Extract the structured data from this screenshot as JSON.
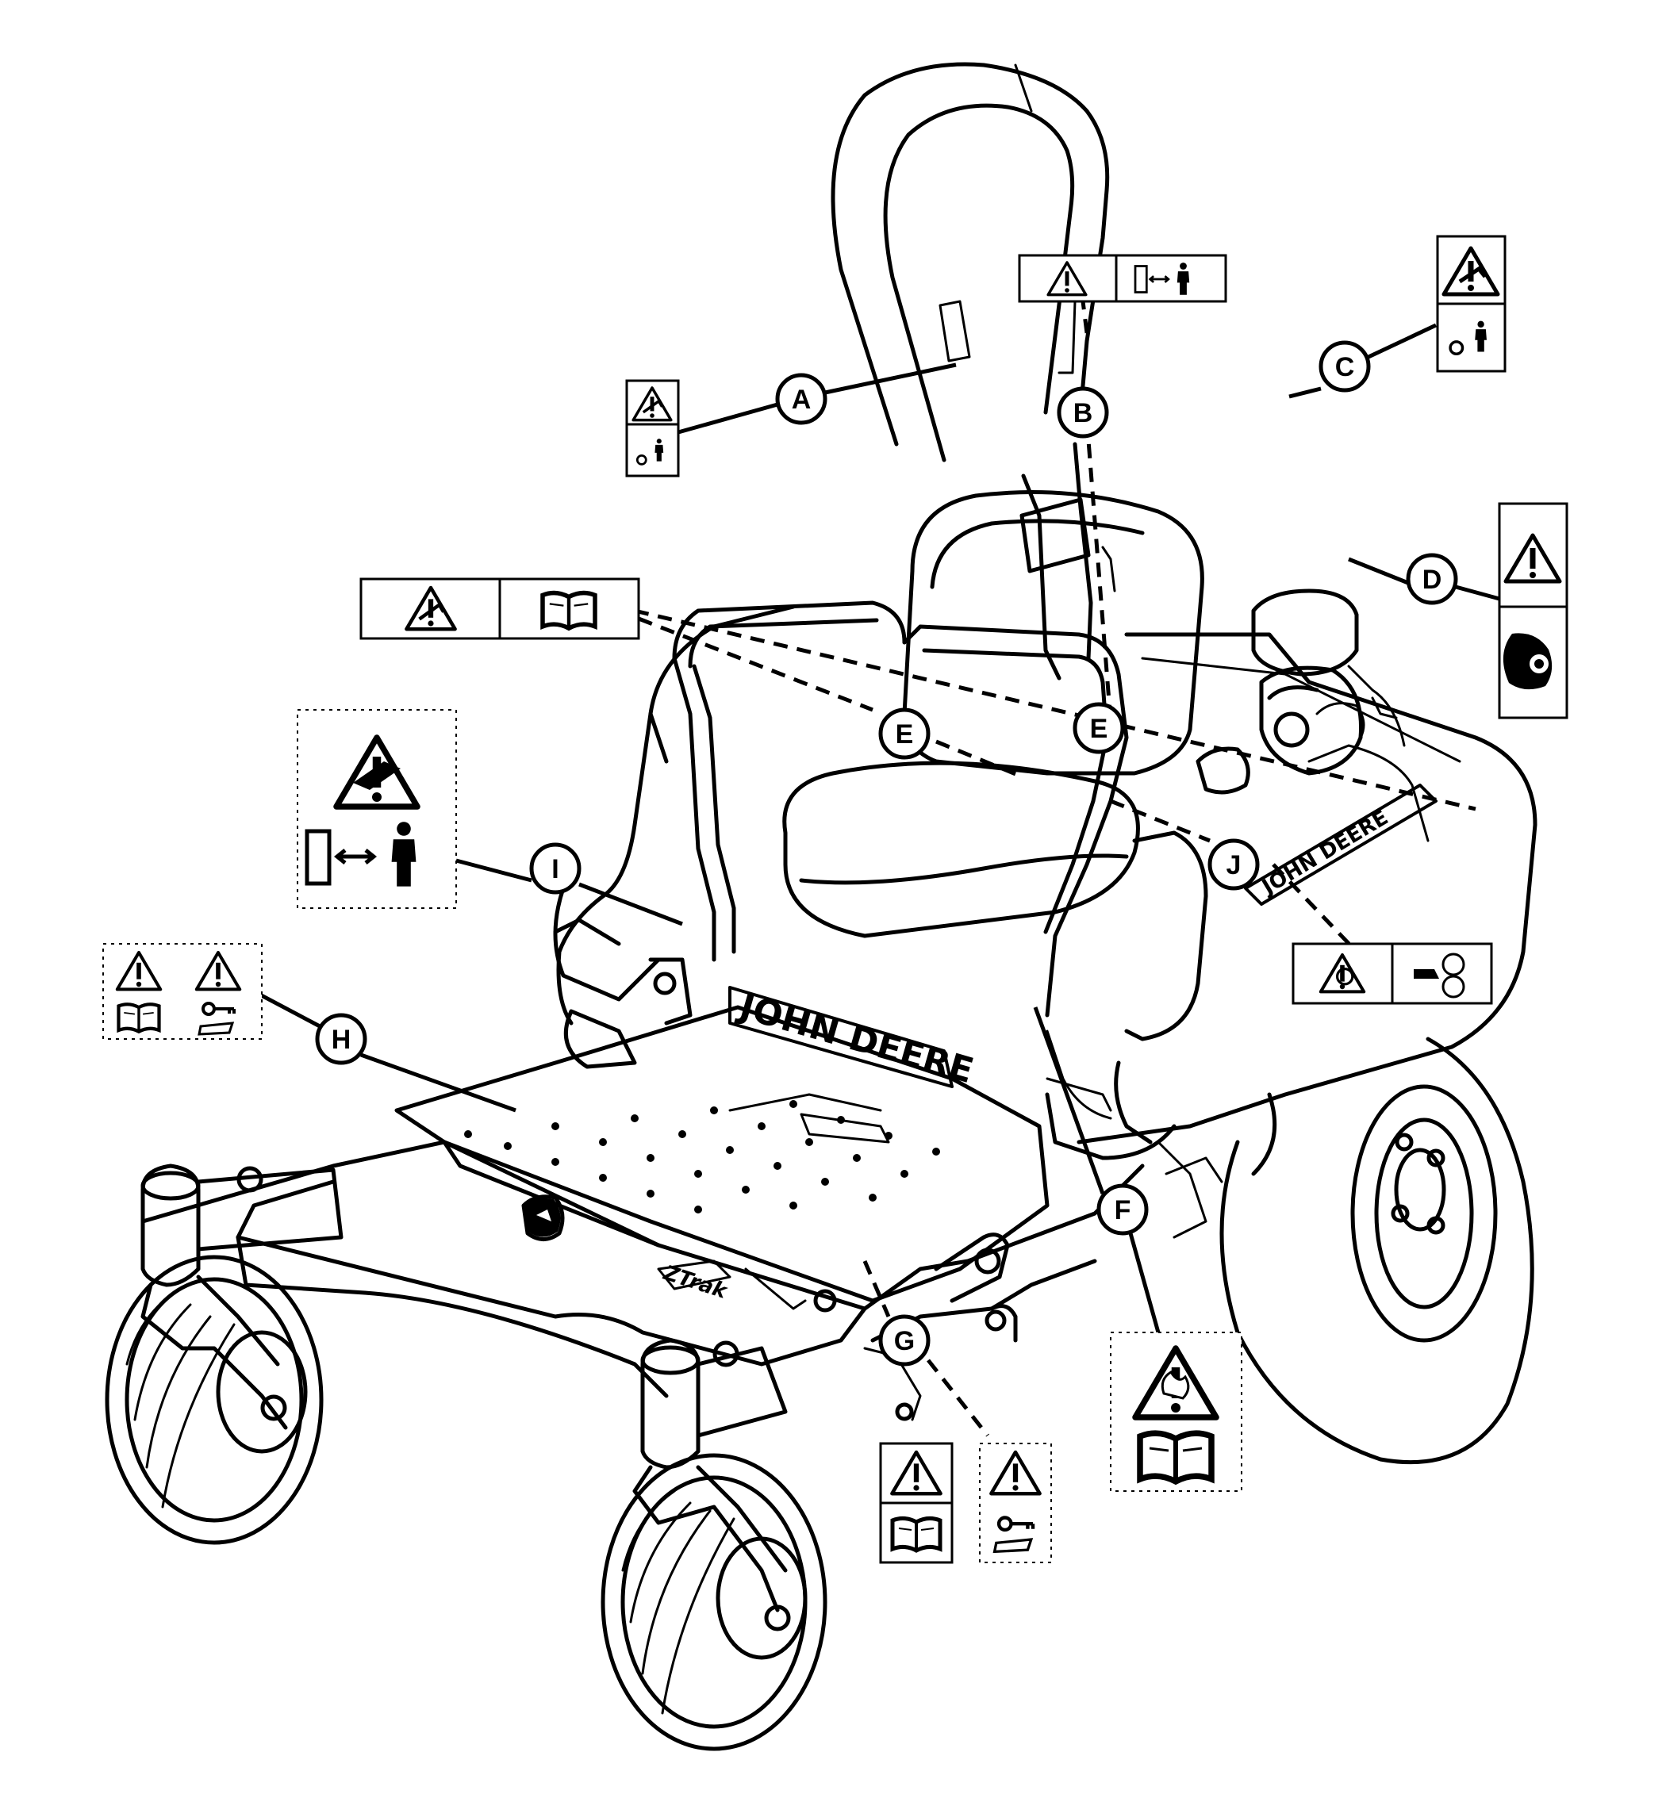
{
  "diagram": {
    "callouts": [
      {
        "id": "A",
        "label": "A"
      },
      {
        "id": "B",
        "label": "B"
      },
      {
        "id": "C",
        "label": "C"
      },
      {
        "id": "D",
        "label": "D"
      },
      {
        "id": "E1",
        "label": "E"
      },
      {
        "id": "E2",
        "label": "E"
      },
      {
        "id": "F",
        "label": "F"
      },
      {
        "id": "G",
        "label": "G"
      },
      {
        "id": "H",
        "label": "H"
      },
      {
        "id": "I",
        "label": "I"
      },
      {
        "id": "J",
        "label": "J"
      }
    ],
    "machine_labels": {
      "brand_seat": "JOHN DEERE",
      "brand_side": "JOHN DEERE",
      "model_badge": "ZTrak"
    },
    "icons": [
      "warning-triangle-icon",
      "operator-manual-icon",
      "rollover-hazard-icon",
      "seatbelt-icon",
      "crush-hazard-icon",
      "keep-distance-icon",
      "hand-entanglement-icon",
      "remove-key-icon",
      "hearing-protection-icon",
      "fan-hazard-icon",
      "hot-surface-icon"
    ],
    "colors": {
      "line": "#000000",
      "background": "#ffffff"
    }
  }
}
